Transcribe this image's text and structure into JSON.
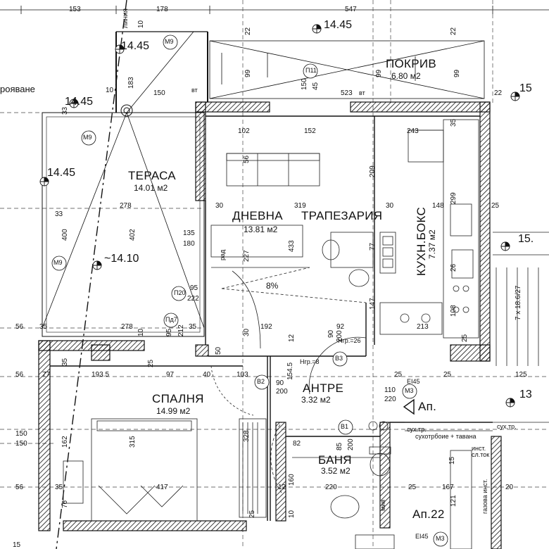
{
  "rooms": {
    "terrace": {
      "name": "ТЕРАСА",
      "area": "14.01 м2"
    },
    "roof": {
      "name": "ПОКРИВ",
      "area": "6.80 м2"
    },
    "living": {
      "name": "ДНЕВНА",
      "area": "13.81 м2"
    },
    "dining": {
      "name": "ТРАПЕЗАРИЯ"
    },
    "kitchen": {
      "name": "КУХН.БОКС",
      "area": "7.37 м2"
    },
    "bedroom": {
      "name": "СПАЛНЯ",
      "area": "14.99 м2"
    },
    "hall": {
      "name": "АНТРЕ",
      "area": "3.32 м2"
    },
    "bath": {
      "name": "БАНЯ",
      "area": "3.52 м2"
    }
  },
  "levels": {
    "top_right": "14.45",
    "terrace_corner": "14.45",
    "terrace_left_1": "14.45",
    "terrace_left_2": "14.45",
    "terrace_center": "~14.10",
    "right_edge_1": "15",
    "right_edge_2": "15.",
    "right_edge_3": "13"
  },
  "labels": {
    "apartment_arrow": "Ап.",
    "apartment_22": "Ап.22",
    "line": "линия",
    "edge_left": "рояване",
    "slope": "8%",
    "stairs": "7 x 18.6/27",
    "ceiling_dry": "сухотрбоие + тавана",
    "dry_riser_1": "сух.тр.",
    "dry_riser_2": "сух.тр.",
    "install_1": "инст.",
    "install_2": "сл.ток",
    "gas": "газова инст.",
    "ei45_1": "EI45",
    "ei45_2": "EI45",
    "hgr_1": "Нгр.=26",
    "hgr_2": "Нгр.=8",
    "vt_1": "вт",
    "vt_2": "вт",
    "rad": "рад",
    "sink": "мив",
    "lower_left": "15"
  },
  "marks": {
    "m9_a": "М9",
    "m9_b": "М9",
    "m9_c": "М9",
    "p11": "П11",
    "p20": "П20",
    "pd7": "Пд7",
    "b2": "В2",
    "b3": "В3",
    "b1": "В1",
    "m3_a": "М3",
    "m3_b": "М3"
  },
  "dims": {
    "top_153": "153",
    "top_178": "178",
    "top_547": "547",
    "d10a": "10",
    "d22a": "22",
    "d22b": "22",
    "d99a": "99",
    "d99b": "99",
    "d99c": "99",
    "d183": "183",
    "d10b": "10",
    "d150a": "150",
    "d150b": "150",
    "d45": "45",
    "d523": "523",
    "d22c": "22",
    "d33a": "33",
    "d102": "102",
    "d152": "152",
    "d35a": "35",
    "d243": "243",
    "d56a": "56",
    "d209": "209",
    "d278a": "278",
    "d33b": "33",
    "d30a": "30",
    "d319": "319",
    "d30b": "30",
    "d148": "148",
    "d25a": "25",
    "d400": "400",
    "d402": "402",
    "d135": "135",
    "d180": "180",
    "d433": "433",
    "d227": "227",
    "d77": "77",
    "d299": "299",
    "d26": "26",
    "d95a": "95",
    "d222": "222",
    "d147": "147",
    "d108": "108",
    "d95b": "95",
    "d212": "212",
    "d56b": "56",
    "d35b": "35",
    "d278b": "278",
    "d10c": "10",
    "d35c": "35",
    "d192": "192",
    "d90": "90",
    "d92": "92",
    "d200a": "200",
    "d213": "213",
    "d25b": "25",
    "d30c": "30",
    "d50": "50",
    "d12a": "12",
    "d56c": "56",
    "d77b": "77",
    "d35d": "35",
    "d193": "193.5",
    "d25c": "25",
    "d97": "97",
    "d40": "40",
    "d103": "103",
    "d154": "154.5",
    "d25d": "25",
    "d25e": "25",
    "d125": "125",
    "d90b": "90",
    "d200b": "200",
    "d110": "110",
    "d220a": "220",
    "d150c": "150",
    "d150d": "150",
    "d162": "162",
    "d315": "315",
    "d328": "328",
    "d82": "82",
    "d85": "85",
    "d200c": "200",
    "d15": "15",
    "d121": "121",
    "d56d": "56",
    "d35e": "35",
    "d417": "417",
    "d12b": "12",
    "d160": "160",
    "d220b": "220",
    "d25f": "25",
    "d167": "167",
    "d20": "20",
    "d76": "76",
    "d25g": "25",
    "d10d": "10"
  }
}
